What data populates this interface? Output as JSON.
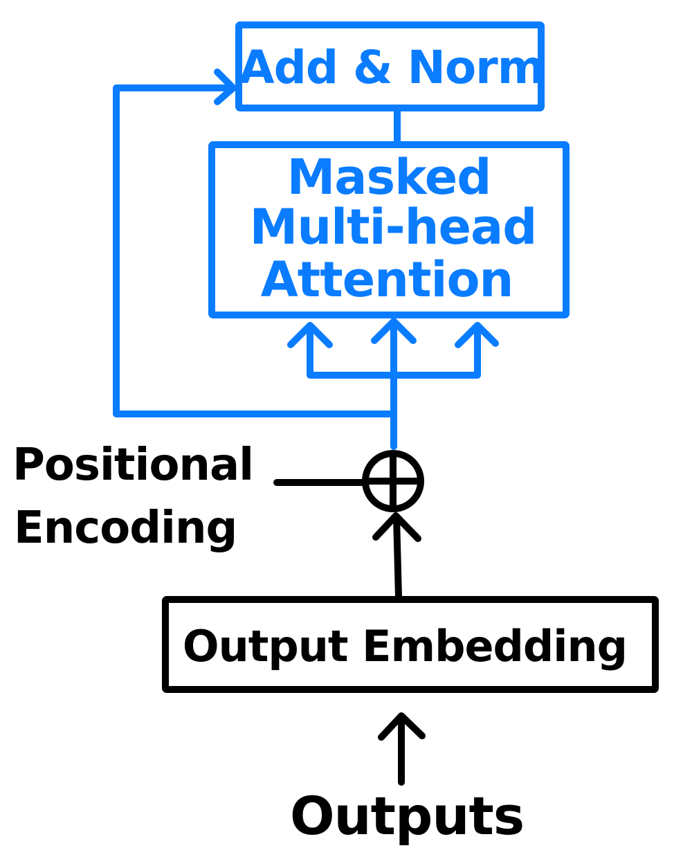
{
  "colors": {
    "accent": "#0a7cff",
    "ink": "#000000",
    "background": "#ffffff"
  },
  "nodes": {
    "add_norm": "Add & Norm",
    "attention_line1": "Masked",
    "attention_line2": "Multi-head",
    "attention_line3": "Attention",
    "positional_line1": "Positional",
    "positional_line2": "Encoding",
    "output_embedding": "Output Embedding",
    "outputs": "Outputs"
  },
  "icons": {
    "sum_node": "circled-plus-icon",
    "arrow": "arrow-up-icon"
  }
}
